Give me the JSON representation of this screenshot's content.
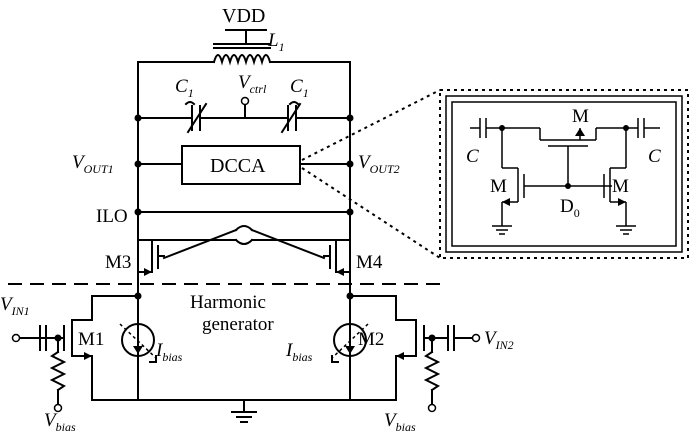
{
  "labels": {
    "vdd": "VDD",
    "l1_main": "L",
    "l1_sub": "1",
    "c1_left_main": "C",
    "c1_left_sub": "1",
    "c1_right_main": "C",
    "c1_right_sub": "1",
    "vctrl_main": "V",
    "vctrl_sub": "ctrl",
    "vout1_main": "V",
    "vout1_sub": "OUT1",
    "vout2_main": "V",
    "vout2_sub": "OUT2",
    "dcca": "DCCA",
    "ilo": "ILO",
    "m3": "M3",
    "m4": "M4",
    "harmonic_line1": "Harmonic",
    "harmonic_line2": "generator",
    "vin1_main": "V",
    "vin1_sub": "IN1",
    "vin2_main": "V",
    "vin2_sub": "IN2",
    "m1": "M1",
    "m2": "M2",
    "ibias_left_main": "I",
    "ibias_left_sub": "bias",
    "ibias_right_main": "I",
    "ibias_right_sub": "bias",
    "vbias_left_main": "V",
    "vbias_left_sub": "bias",
    "vbias_right_main": "V",
    "vbias_right_sub": "bias",
    "inset_m_top": "M",
    "inset_m_left": "M",
    "inset_m_right": "M",
    "inset_c_left": "C",
    "inset_c_right": "C",
    "inset_d_main": "D",
    "inset_d_sub": "0"
  }
}
